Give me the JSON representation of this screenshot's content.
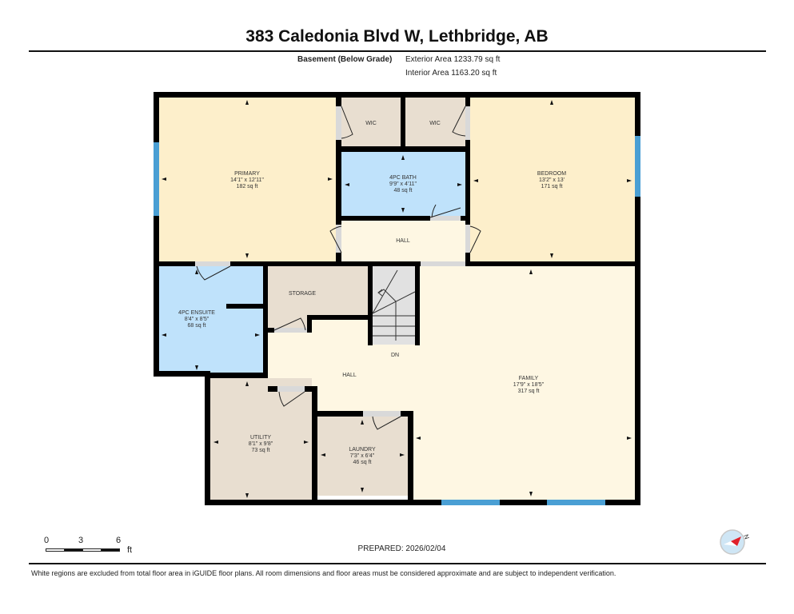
{
  "header": {
    "title": "383 Caledonia Blvd W, Lethbridge, AB",
    "floor_label": "Basement (Below Grade)",
    "exterior_area": "Exterior Area 1233.79 sq ft",
    "interior_area": "Interior Area 1163.20 sq ft"
  },
  "colors": {
    "wall": "#000000",
    "bedroom_fill": "#fdefcb",
    "bath_fill": "#bfe2fb",
    "closet_fill": "#e8ded0",
    "hall_fill": "#fef7e3",
    "stair_fill": "#e1e1e1",
    "window": "#4a9fd4",
    "door_opening": "#d9d9d9"
  },
  "rooms": [
    {
      "name": "PRIMARY",
      "dims": "14'1\" x 12'11\"",
      "area": "182 sq ft"
    },
    {
      "name": "WIC",
      "dims": "",
      "area": ""
    },
    {
      "name": "WIC",
      "dims": "",
      "area": ""
    },
    {
      "name": "4PC BATH",
      "dims": "9'9\" x 4'11\"",
      "area": "48 sq ft"
    },
    {
      "name": "BEDROOM",
      "dims": "13'2\" x 13'",
      "area": "171 sq ft"
    },
    {
      "name": "HALL",
      "dims": "",
      "area": ""
    },
    {
      "name": "4PC ENSUITE",
      "dims": "8'4\" x 8'5\"",
      "area": "68 sq ft"
    },
    {
      "name": "STORAGE",
      "dims": "",
      "area": ""
    },
    {
      "name": "HALL",
      "dims": "",
      "area": ""
    },
    {
      "name": "DN",
      "dims": "",
      "area": ""
    },
    {
      "name": "FAMILY",
      "dims": "17'9\" x 18'5\"",
      "area": "317 sq ft"
    },
    {
      "name": "UTILITY",
      "dims": "8'1\" x 9'8\"",
      "area": "73 sq ft"
    },
    {
      "name": "LAUNDRY",
      "dims": "7'3\" x 6'4\"",
      "area": "46 sq ft"
    }
  ],
  "scale": {
    "ticks": [
      "0",
      "3",
      "6"
    ],
    "unit": "ft"
  },
  "footer": {
    "prepared": "PREPARED: 2026/02/04",
    "disclaimer": "White regions are excluded from total floor area in iGUIDE floor plans. All room dimensions and floor areas must be considered approximate and are subject to independent verification.",
    "compass_label": "N"
  }
}
